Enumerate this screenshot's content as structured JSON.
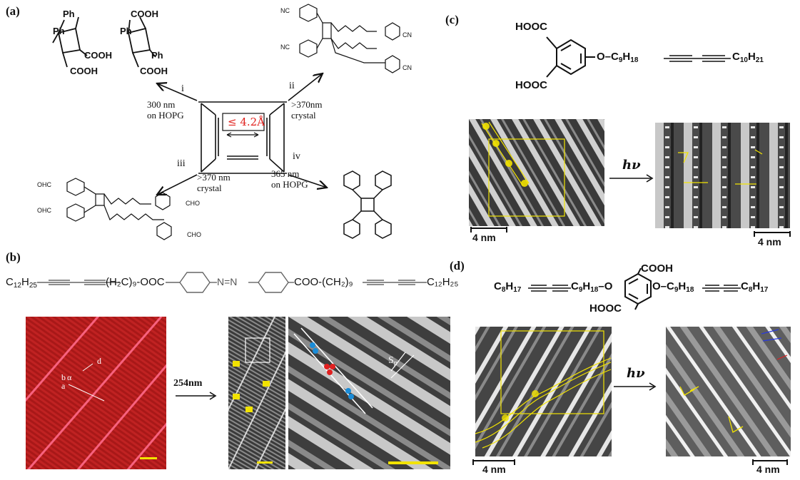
{
  "panels": {
    "a": {
      "label": "(a)",
      "top_left_molecules": [
        {
          "ph1": "Ph",
          "ph2": "Ph",
          "cooh1": "COOH",
          "cooh2": "COOH"
        },
        {
          "cooh1": "COOH",
          "ph1": "Ph",
          "ph2": "Ph",
          "cooh2": "COOH"
        }
      ],
      "distance_label": "≤ 4.2Å",
      "routes": {
        "i": {
          "numeral": "i",
          "condition_line1": "300 nm",
          "condition_line2": "on HOPG"
        },
        "ii": {
          "numeral": "ii",
          "condition_line1": ">370nm",
          "condition_line2": "crystal"
        },
        "iii": {
          "numeral": "iii",
          "condition_line1": ">370 nm",
          "condition_line2": "crystal"
        },
        "iv": {
          "numeral": "iv",
          "condition_line1": "365 nm",
          "condition_line2": "on HOPG"
        }
      },
      "substituents": {
        "nc": "NC",
        "cn": "CN",
        "ohc": "OHC",
        "cho": "CHO"
      }
    },
    "b": {
      "label": "(b)",
      "formula_left": "C",
      "formula_left_sub": "12",
      "formula_left_tail": "H",
      "formula_left_tail_sub": "25",
      "formula_linker": "(H₂C)₉-OOC",
      "formula_azo": "N=N",
      "formula_right_linker": "COO-(CH₂)₉",
      "formula_right": "C₁₂H₂₅",
      "arrow_label": "254nm",
      "stm_labels": {
        "a": "a",
        "b": "b",
        "alpha": "α",
        "d": "d",
        "sp": "S",
        "sp_sub": "p"
      }
    },
    "c": {
      "label": "(c)",
      "hooc_top": "HOOC",
      "hooc_bottom": "HOOC",
      "chain_o": "O",
      "chain_c9": "C",
      "chain_c9_sub": "9",
      "chain_h18": "H",
      "chain_h18_sub": "18",
      "chain_c10": "C",
      "chain_c10_sub": "10",
      "chain_h21": "H",
      "chain_h21_sub": "21",
      "hv": "hν",
      "scale_left": "4 nm",
      "scale_right": "4 nm"
    },
    "d": {
      "label": "(d)",
      "left_c8": "C",
      "left_c8_sub": "8",
      "left_h17": "H",
      "left_h17_sub": "17",
      "c9": "C",
      "c9_sub": "9",
      "h18": "H",
      "h18_sub": "18",
      "o_left": "O",
      "o_right": "O",
      "right_c9": "C",
      "right_c9_sub": "9",
      "right_h18": "H",
      "right_h18_sub": "18",
      "right_c8": "C",
      "right_c8_sub": "8",
      "right_h17": "H",
      "right_h17_sub": "17",
      "cooh": "COOH",
      "hooc": "HOOC",
      "hv": "hν",
      "scale_left": "4 nm",
      "scale_right": "4 nm"
    }
  },
  "colors": {
    "red_distance": "#e0201c",
    "stm_red": "#b01818",
    "yellow_marker": "#f2e300",
    "stm_gray": "#7a7a7a"
  }
}
